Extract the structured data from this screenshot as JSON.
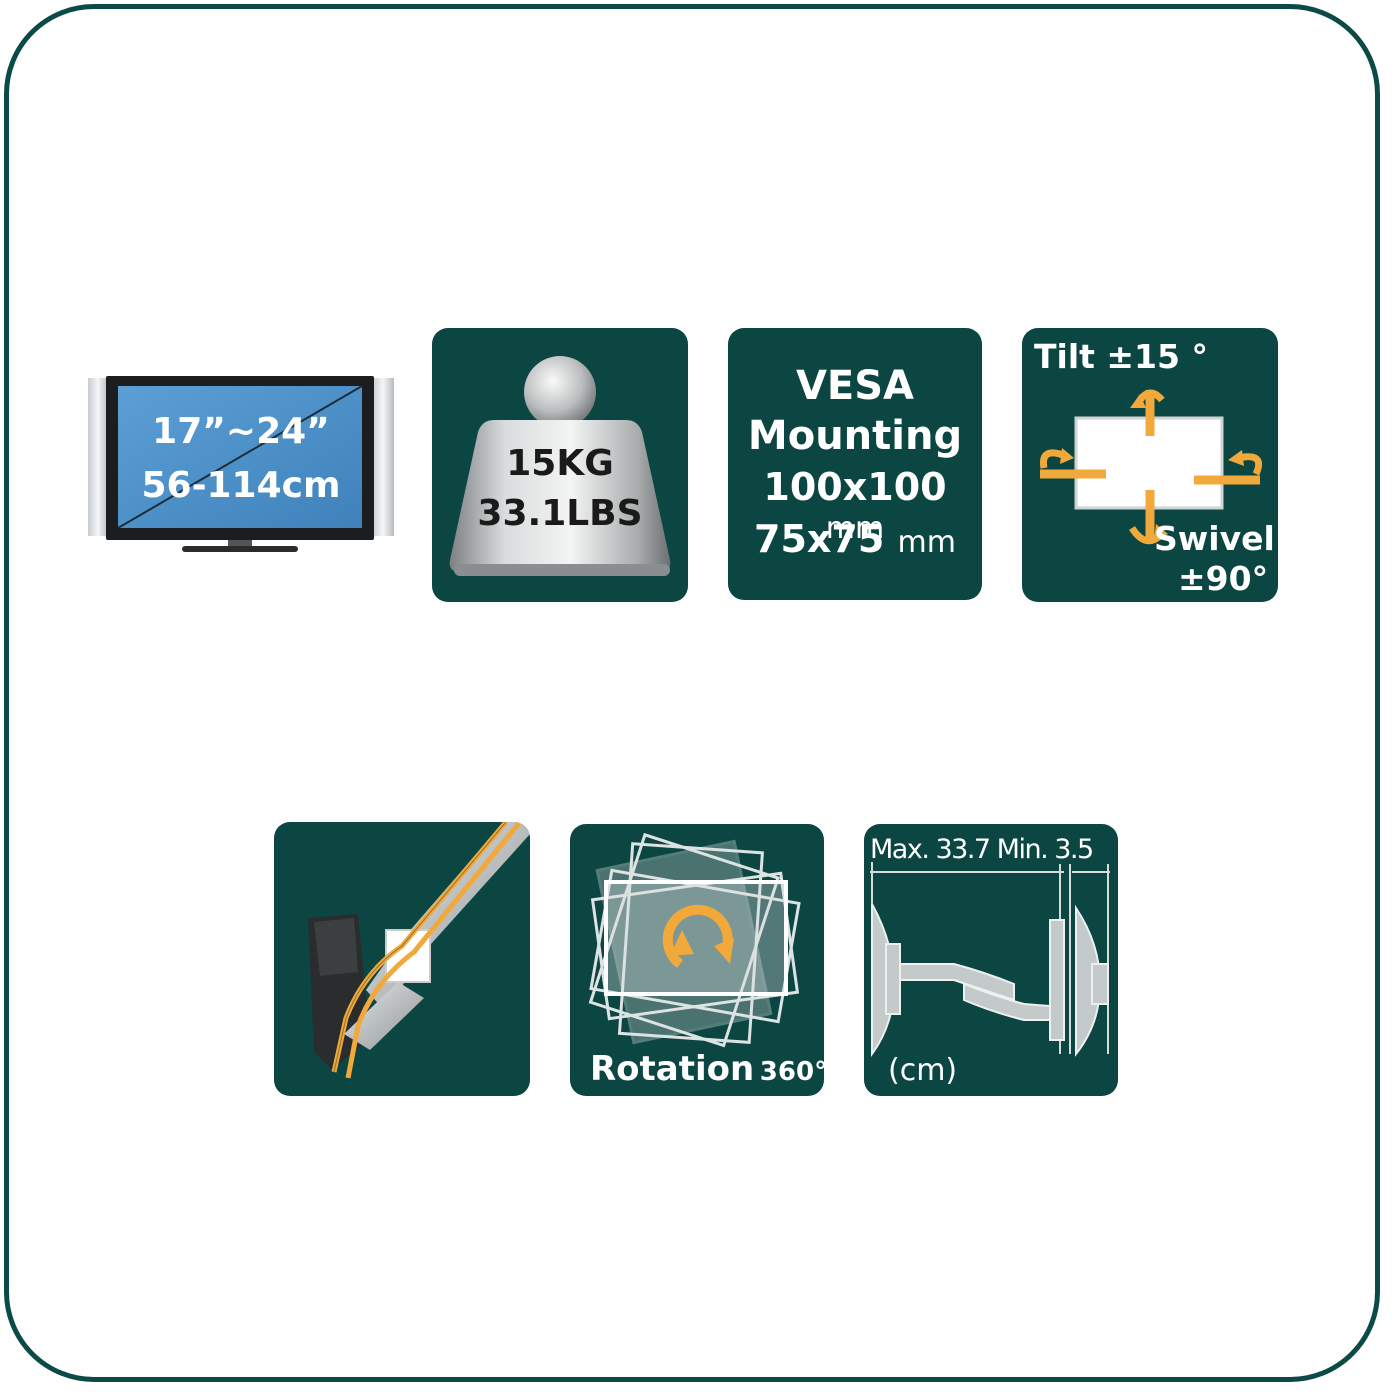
{
  "tv": {
    "size_inch": "17”~24”",
    "size_cm": "56-114cm"
  },
  "weight": {
    "kg": "15KG",
    "lbs": "33.1LBS"
  },
  "vesa": {
    "title_1": "VESA",
    "title_2": "Mounting",
    "size_1": "100x100",
    "size_2": "75x75",
    "unit": "mm"
  },
  "tilt_swivel": {
    "tilt": "Tilt ±15 °",
    "swivel": "Swivel",
    "swivel_value": "±90°"
  },
  "rotation": {
    "label": "Rotation",
    "value": "360°"
  },
  "extension": {
    "header": "Max. 33.7 Min. 3.5",
    "unit": "(cm)"
  },
  "colors": {
    "tile_bg": "#0c4642",
    "frame_border": "#0c4a47",
    "accent_orange": "#f0a93a",
    "screen_blue": "#4a90c8"
  }
}
